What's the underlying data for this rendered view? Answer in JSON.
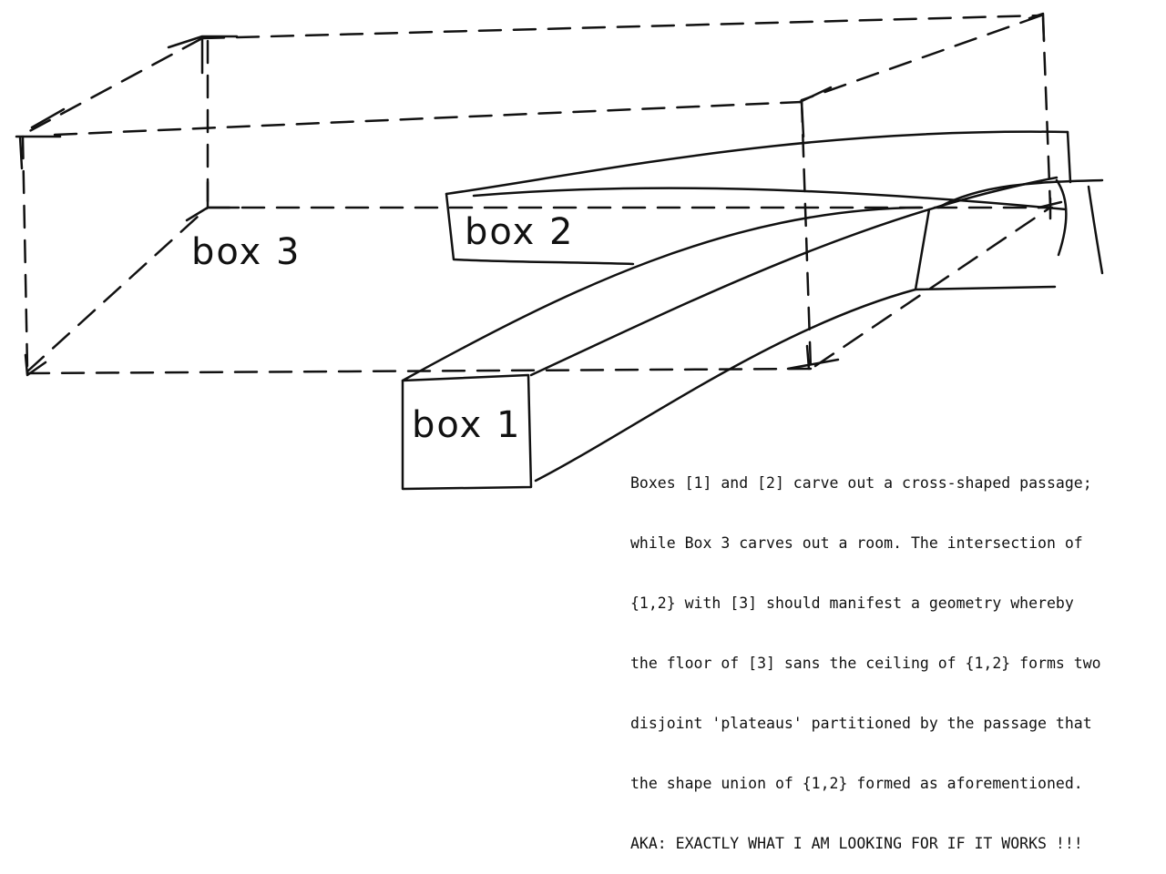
{
  "labels": {
    "box1": "box 1",
    "box2": "box 2",
    "box3": "box 3"
  },
  "note_lines": [
    "Boxes [1] and [2] carve out a cross-shaped passage;",
    "while Box 3 carves out a room. The intersection of",
    "{1,2} with [3] should manifest a geometry whereby",
    "the floor of [3] sans the ceiling of {1,2} forms two",
    "disjoint 'plateaus' partitioned by the passage that",
    "the shape union of {1,2} formed as aforementioned.",
    "AKA: EXACTLY WHAT I AM LOOKING FOR IF IT WORKS !!!"
  ]
}
